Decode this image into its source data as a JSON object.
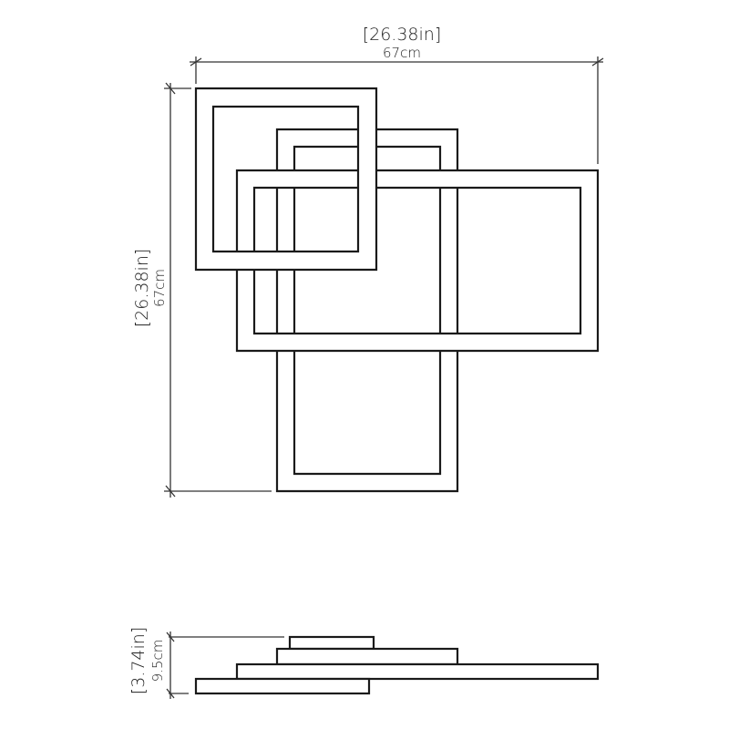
{
  "top_view": {
    "width_in": "[26.38in]",
    "width_cm": "67cm",
    "height_in": "[26.38in]",
    "height_cm": "67cm"
  },
  "side_view": {
    "height_in": "[3.74in]",
    "height_cm": "9.5cm"
  },
  "colors": {
    "line": "#1a1a1a",
    "background": "#ffffff"
  }
}
